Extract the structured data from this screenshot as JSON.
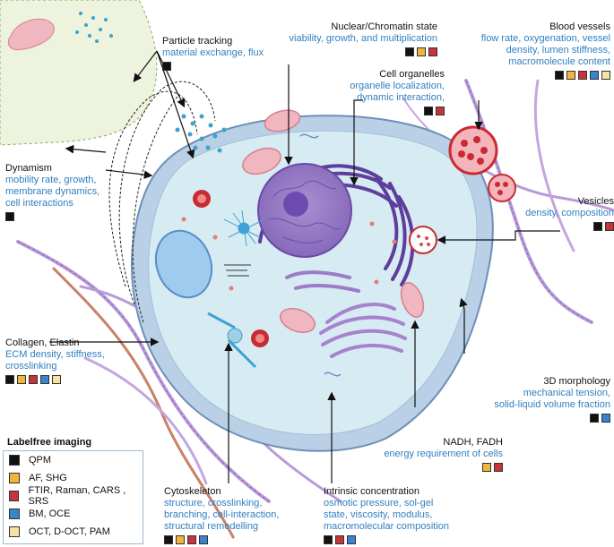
{
  "colors": {
    "qpm": "#111111",
    "af_shg": "#f2b53c",
    "ftir_raman": "#c8343d",
    "bm_oce": "#3a83cf",
    "oct_pam": "#f6e2a2",
    "description_text": "#2f7fc1"
  },
  "legend": {
    "title": "Labelfree imaging",
    "items": [
      {
        "key": "qpm",
        "label": "QPM"
      },
      {
        "key": "af_shg",
        "label": "AF, SHG"
      },
      {
        "key": "ftir_raman",
        "label": "FTIR, Raman, CARS , SRS"
      },
      {
        "key": "bm_oce",
        "label": "BM, OCE"
      },
      {
        "key": "oct_pam",
        "label": "OCT, D-OCT, PAM"
      }
    ]
  },
  "labels": {
    "particle_tracking": {
      "title": "Particle tracking",
      "desc": [
        "material exchange, flux"
      ],
      "markers": [
        "qpm"
      ]
    },
    "nuclear": {
      "title": "Nuclear/Chromatin state",
      "desc": [
        "viability, growth, and multiplication"
      ],
      "markers": [
        "qpm",
        "af_shg",
        "ftir_raman"
      ]
    },
    "blood_vessels": {
      "title": "Blood vessels",
      "desc": [
        "flow rate, oxygenation, vessel",
        "density, lumen stiffness,",
        "macromolecule content"
      ],
      "markers": [
        "qpm",
        "af_shg",
        "ftir_raman",
        "bm_oce",
        "oct_pam"
      ]
    },
    "organelles": {
      "title": "Cell organelles",
      "desc": [
        "organelle localization,",
        "dynamic interaction,"
      ],
      "markers": [
        "qpm",
        "ftir_raman"
      ]
    },
    "dynamism": {
      "title": "Dynamism",
      "desc": [
        "mobility rate, growth,",
        "membrane dynamics,",
        "cell interactions"
      ],
      "markers": [
        "qpm"
      ]
    },
    "vesicles": {
      "title": "Vesicles",
      "desc": [
        "density, composition"
      ],
      "markers": [
        "qpm",
        "ftir_raman"
      ]
    },
    "collagen": {
      "title": "Collagen, Elastin",
      "desc": [
        "ECM density, stiffness,",
        "crosslinking"
      ],
      "markers": [
        "qpm",
        "af_shg",
        "ftir_raman",
        "bm_oce",
        "oct_pam"
      ]
    },
    "morphology": {
      "title": "3D morphology",
      "desc": [
        "mechanical tension,",
        "solid-liquid volume fraction"
      ],
      "markers": [
        "qpm",
        "bm_oce"
      ]
    },
    "nadh": {
      "title": "NADH, FADH",
      "desc": [
        "energy requirement of cells"
      ],
      "markers": [
        "af_shg",
        "ftir_raman"
      ]
    },
    "cytoskeleton": {
      "title": "Cytoskeleton",
      "desc": [
        "structure, crosslinking,",
        "branching, cell-interaction,",
        "structural remodelling"
      ],
      "markers": [
        "qpm",
        "af_shg",
        "ftir_raman",
        "bm_oce"
      ]
    },
    "intrinsic": {
      "title": "Intrinsic concentration",
      "desc": [
        "osmotic pressure, sol-gel",
        "state, viscosity,  modulus,",
        "macromolecular composition"
      ],
      "markers": [
        "qpm",
        "ftir_raman",
        "bm_oce"
      ]
    }
  }
}
